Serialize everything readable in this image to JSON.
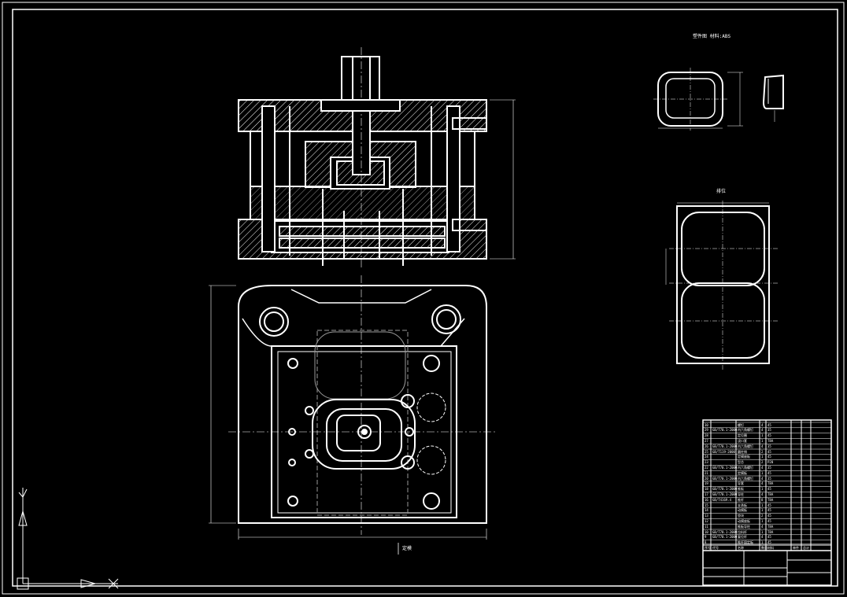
{
  "colors": {
    "background": "#000000",
    "line": "#ffffff",
    "grey": "#9a9a9a"
  },
  "labels": {
    "product_title": "塑件图 材料:ABS",
    "cavity_layout_title": "排位",
    "fixed_half_note": "定模",
    "ucs_y": "Y",
    "ucs_x": "X"
  },
  "bom": {
    "rows": [
      [
        "30",
        "",
        "螺钉",
        "4",
        "45",
        "",
        ""
      ],
      [
        "29",
        "GB/T70.1-2000",
        "内六角螺钉",
        "4",
        "35",
        "",
        ""
      ],
      [
        "28",
        "",
        "定位圈",
        "1",
        "45",
        "",
        ""
      ],
      [
        "27",
        "",
        "浇口套",
        "1",
        "T8A",
        "",
        ""
      ],
      [
        "26",
        "GB/T70.1-2000",
        "内六角螺钉",
        "4",
        "35",
        "",
        ""
      ],
      [
        "25",
        "GB/T119-2000",
        "圆柱销",
        "2",
        "45",
        "",
        ""
      ],
      [
        "24",
        "",
        "定模座板",
        "1",
        "45",
        "",
        ""
      ],
      [
        "23",
        "",
        "型芯",
        "2",
        "P20",
        "",
        ""
      ],
      [
        "22",
        "GB/T70.1-2000",
        "内六角螺钉",
        "4",
        "35",
        "",
        ""
      ],
      [
        "21",
        "",
        "定模板",
        "1",
        "45",
        "",
        ""
      ],
      [
        "20",
        "GB/T70.1-2000",
        "内六角螺钉",
        "4",
        "35",
        "",
        ""
      ],
      [
        "19",
        "",
        "导套",
        "4",
        "T8A",
        "",
        ""
      ],
      [
        "18",
        "GB/T70.1-2000",
        "推板",
        "1",
        "45",
        "",
        ""
      ],
      [
        "17",
        "GB/T70.1-2000",
        "导柱",
        "4",
        "T8A",
        "",
        ""
      ],
      [
        "16",
        "GB/T4169.4",
        "推杆",
        "8",
        "T8A",
        "",
        ""
      ],
      [
        "15",
        "",
        "支承板",
        "1",
        "45",
        "",
        ""
      ],
      [
        "14",
        "",
        "动模板",
        "1",
        "45",
        "",
        ""
      ],
      [
        "13",
        "",
        "垫块",
        "2",
        "45",
        "",
        ""
      ],
      [
        "12",
        "",
        "动模座板",
        "1",
        "45",
        "",
        ""
      ],
      [
        "11",
        "",
        "推板导柱",
        "4",
        "T8A",
        "",
        ""
      ],
      [
        "10",
        "GB/T70.1-2000",
        "拉料杆",
        "1",
        "T8A",
        "",
        ""
      ],
      [
        "9",
        "GB/T70.1-2000",
        "复位杆",
        "4",
        "45",
        "",
        ""
      ],
      [
        "8",
        "",
        "推杆固定板",
        "1",
        "45",
        "",
        ""
      ]
    ],
    "header": [
      "序号",
      "代号",
      "名称",
      "数量",
      "材料",
      "单件",
      "总计"
    ]
  }
}
